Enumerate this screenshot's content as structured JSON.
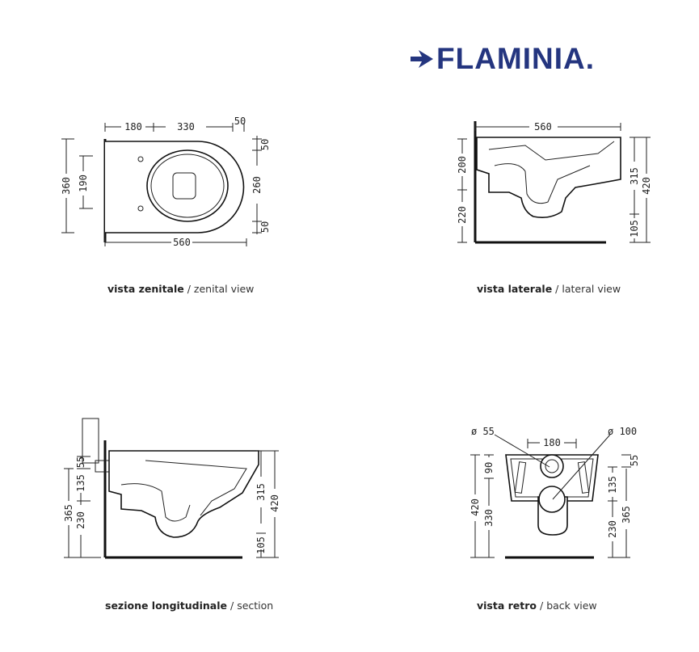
{
  "brand": {
    "name": "FLAMINIA.",
    "color": "#24357f",
    "icon": "arrow-right-icon"
  },
  "views": {
    "zenital": {
      "caption_it": "vista zenitale",
      "caption_sep": " / ",
      "caption_en": "zenital view",
      "dims": {
        "top_a": "180",
        "top_b": "330",
        "top_c": "50",
        "bottom": "560",
        "left_outer": "360",
        "left_inner": "190",
        "right_top": "50",
        "right_mid": "260",
        "right_bottom": "50"
      }
    },
    "lateral": {
      "caption_it": "vista laterale",
      "caption_sep": " / ",
      "caption_en": "lateral view",
      "dims": {
        "top": "560",
        "left_upper": "200",
        "left_lower": "220",
        "right_upper": "315",
        "right_lower": "105",
        "right_total": "420"
      }
    },
    "section": {
      "caption_it": "sezione longitudinale",
      "caption_sep": " / ",
      "caption_en": "section",
      "dims": {
        "left_total": "365",
        "left_a": "55",
        "left_b": "135",
        "left_c": "230",
        "right_upper": "315",
        "right_lower": "105",
        "right_total": "420"
      }
    },
    "back": {
      "caption_it": "vista retro",
      "caption_sep": " / ",
      "caption_en": "back view",
      "dims": {
        "inlet_diameter": "ø 55",
        "outlet_diameter": "ø 100",
        "top": "180",
        "left_total": "420",
        "left_a": "90",
        "left_b": "330",
        "right_a": "55",
        "right_b": "135",
        "right_c": "230",
        "right_total": "365"
      }
    }
  }
}
